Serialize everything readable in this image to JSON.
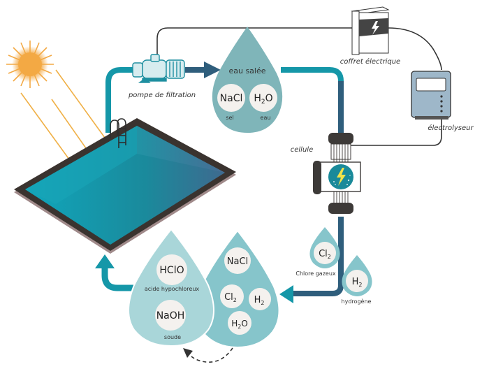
{
  "colors": {
    "pipe_teal": "#1597a8",
    "pipe_dark": "#2f5e7c",
    "drop_salt": "#7fb5b9",
    "drop_light": "#a9d6d9",
    "drop_mid": "#86c5cb",
    "bubble": "#f4f1ee",
    "sun": "#f3a944",
    "pool_water": "#1592a5",
    "pool_rim": "#3a332f",
    "wire": "#333333"
  },
  "labels": {
    "pump": "pompe de filtration",
    "electrical_box": "coffret électrique",
    "electrolyser": "électrolyseur",
    "cell": "cellule",
    "chlorine_gas": "Chlore gazeux",
    "hydrogen": "hydrogène"
  },
  "salt_water_drop": {
    "title": "eau salée",
    "items": [
      {
        "formula": "NaCl",
        "caption": "sel"
      },
      {
        "formula": "H",
        "sub": "2",
        "tail": "O",
        "caption": "eau"
      }
    ]
  },
  "gas_drops": {
    "chlorine": {
      "formula": "Cl",
      "sub": "2"
    },
    "hydrogen": {
      "formula": "H",
      "sub": "2"
    }
  },
  "product_drop": {
    "items": [
      {
        "formula": "HClO",
        "caption": "acide hypochloreux"
      },
      {
        "formula": "NaOH",
        "caption": "soude"
      }
    ]
  },
  "mix_drop": {
    "items": [
      {
        "formula": "NaCl"
      },
      {
        "formula": "Cl",
        "sub": "2"
      },
      {
        "formula": "H",
        "sub": "2"
      },
      {
        "formula": "H",
        "sub": "2",
        "tail": "O"
      }
    ]
  }
}
